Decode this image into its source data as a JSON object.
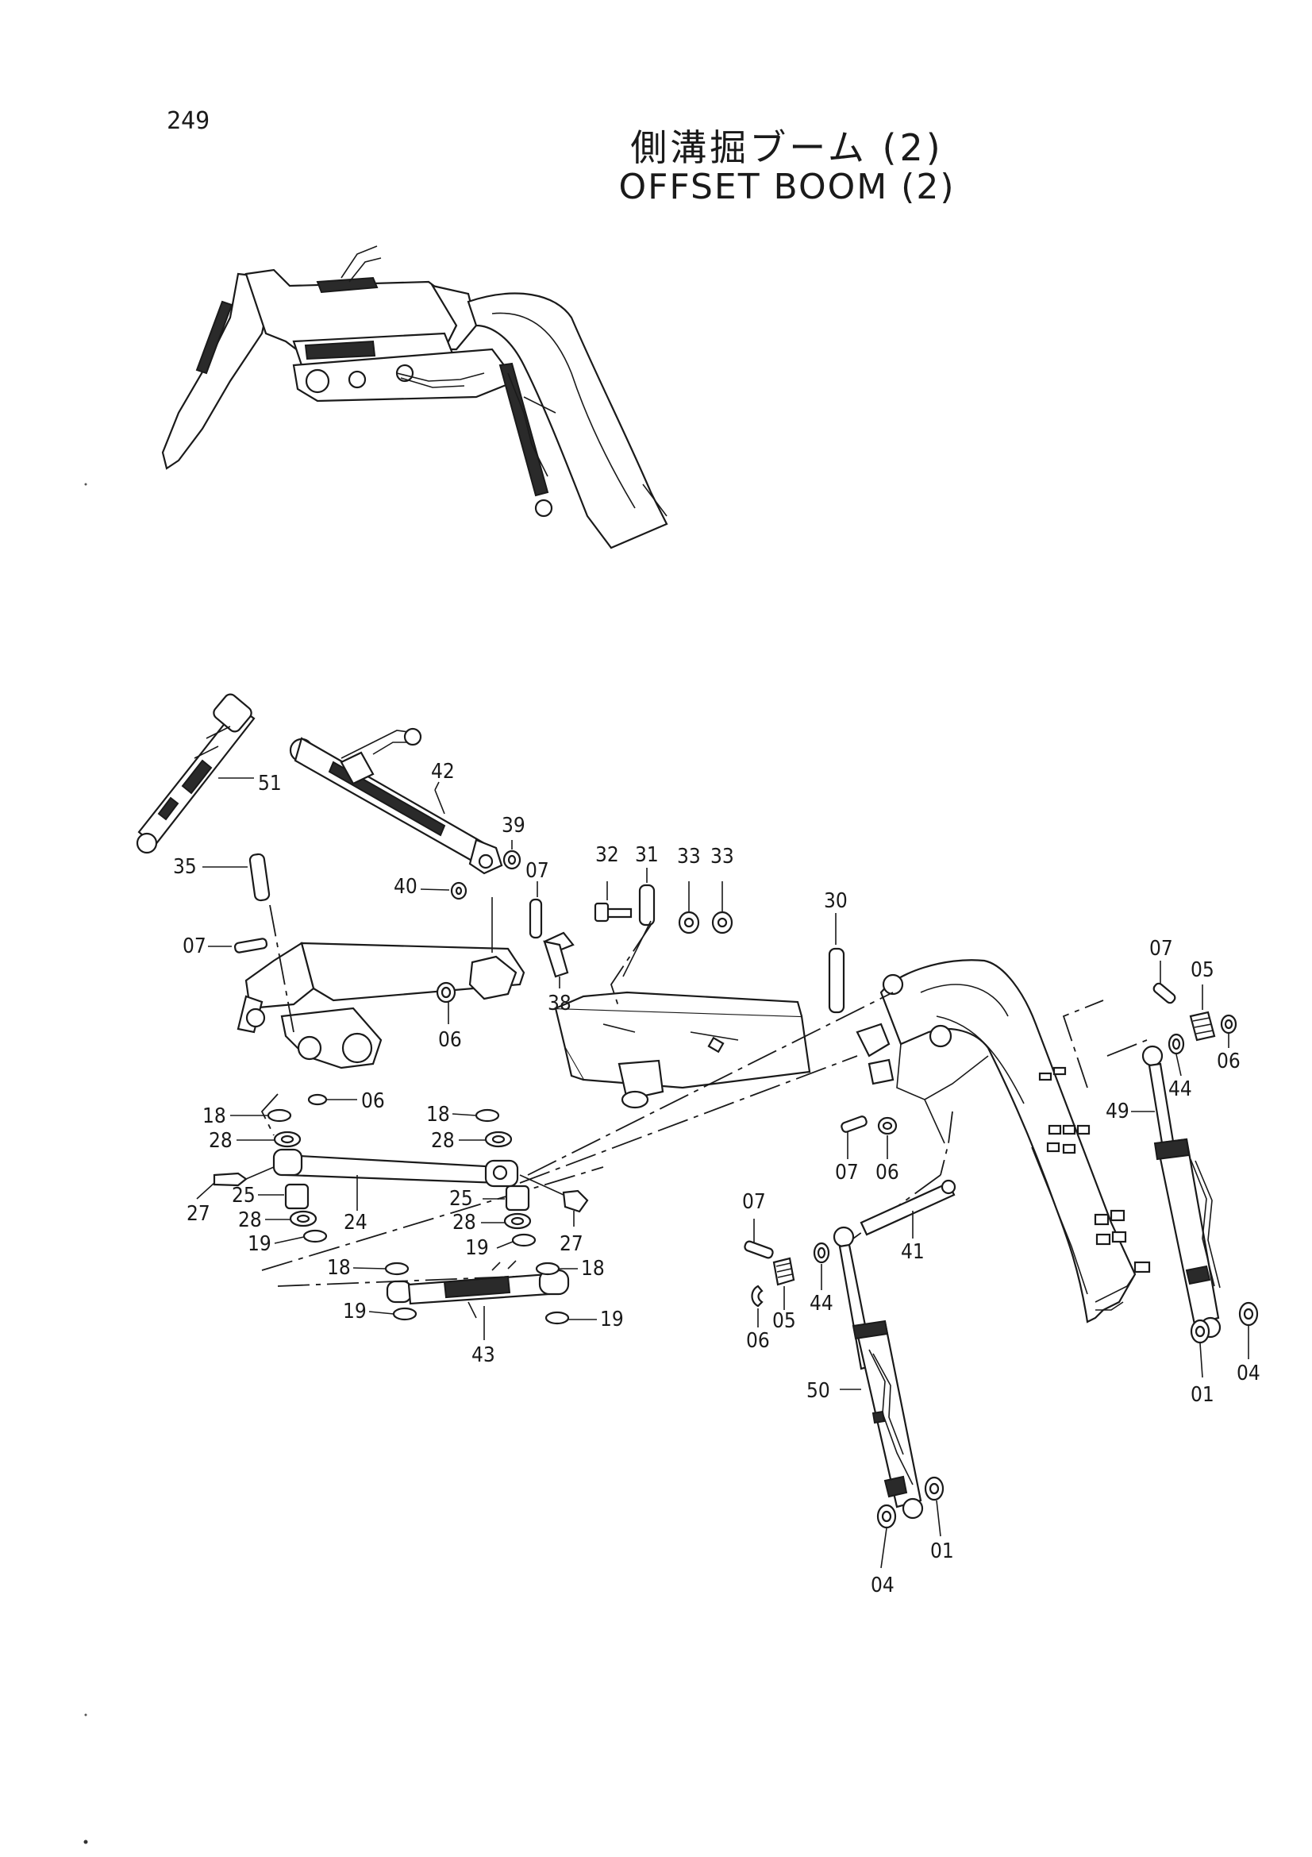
{
  "page": {
    "number": "249"
  },
  "title": {
    "japanese": "側溝掘ブーム (2)",
    "english": "OFFSET BOOM (2)"
  },
  "callouts": [
    "51",
    "42",
    "39",
    "40",
    "07",
    "32",
    "31",
    "33",
    "33",
    "30",
    "35",
    "07",
    "38",
    "06",
    "06",
    "18",
    "28",
    "18",
    "28",
    "27",
    "25",
    "24",
    "25",
    "28",
    "27",
    "28",
    "19",
    "19",
    "18",
    "18",
    "19",
    "43",
    "19",
    "07",
    "06",
    "07",
    "05",
    "44",
    "06",
    "49",
    "07",
    "44",
    "05",
    "41",
    "06",
    "50",
    "01",
    "04",
    "04",
    "01"
  ]
}
